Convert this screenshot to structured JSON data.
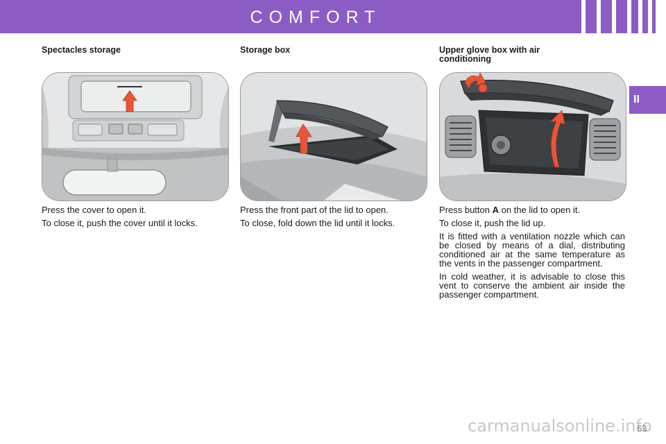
{
  "header": {
    "title": "COMFORT",
    "color": "#8a5cc4"
  },
  "chapter_tab": {
    "label": "II"
  },
  "sections": [
    {
      "heading": "Spectacles storage",
      "illustration": "spectacles-storage-illustration",
      "paragraphs": [
        "Press the cover to open it.",
        "To close it, push the cover until it locks."
      ]
    },
    {
      "heading": "Storage box",
      "illustration": "storage-box-illustration",
      "paragraphs": [
        "Press the front part of the lid to open.",
        "To close, fold down the lid until it locks."
      ]
    },
    {
      "heading": "Upper glove box with air conditioning",
      "illustration": "upper-glove-box-illustration",
      "paragraph_1": {
        "before": "Press button ",
        "bold": "A",
        "after": " on the lid to open it."
      },
      "paragraphs": [
        "To close it, push the lid up.",
        "It is fitted with a ventilation nozzle which can be closed by means of a dial, distributing conditioned air at the same temperature as the vents in the passenger compartment.",
        "In cold weather, it is advisable to close this vent to conserve the ambient air inside the passenger compartment."
      ]
    }
  ],
  "page_number": "63",
  "watermark": "carmanualsonline.info",
  "arrow_color": "#e8553a"
}
